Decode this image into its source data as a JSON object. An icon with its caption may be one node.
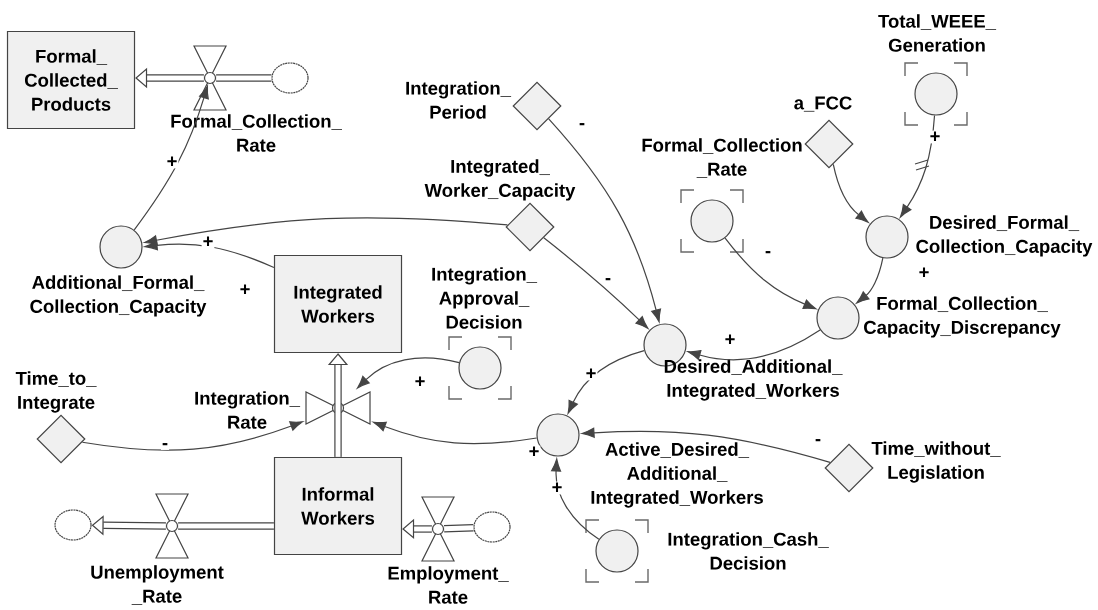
{
  "diagram": {
    "nodes": [
      {
        "text": [
          "Formal_ Collected_ Products"
        ]
      },
      {
        "text": [
          "Formal_Collection_ Rate"
        ]
      },
      {
        "text": [],
        "shape": "cloud"
      },
      {
        "text": [
          "Integration_ Period"
        ]
      },
      {
        "text": [
          "Total_WEEE_ Generation"
        ]
      },
      {
        "text": [
          "a_FCC"
        ]
      },
      {
        "text": [
          "Formal_Collection _Rate"
        ]
      },
      {
        "text": [
          "Integrated_ Worker_Capacity"
        ]
      },
      {
        "text": [
          "Desired_Formal_ Collection_Capacity"
        ]
      },
      {
        "text": [
          "Additional_Formal_ Collection_Capacity"
        ]
      },
      {
        "text": [
          "Integrated Workers"
        ]
      },
      {
        "text": [
          "Integration_ Approval_ Decision"
        ]
      },
      {
        "text": [
          "Formal_Collection_ Capacity_Discrepancy"
        ]
      },
      {
        "text": [
          "Desired_Additional_ Integrated_Workers"
        ]
      },
      {
        "text": [
          "Time_to_ Integrate"
        ]
      },
      {
        "text": [
          "Integration_ Rate"
        ]
      },
      {
        "text": [
          "Active_Desired_ Additional_ Integrated_Workers"
        ]
      },
      {
        "text": [
          "Time_without_ Legislation"
        ]
      },
      {
        "text": [
          "Informal Workers"
        ]
      },
      {
        "text": [],
        "shape": "cloud"
      },
      {
        "text": [
          "Unemployment _Rate"
        ]
      },
      {
        "text": [
          "Employment_ Rate"
        ]
      },
      {
        "text": [],
        "shape": "cloud"
      },
      {
        "text": [
          "Integration_Cash_ Decision"
        ]
      }
    ],
    "edges": [
      {
        "from": 2,
        "to": 1,
        "arrow": "none",
        "style": "thick"
      },
      {
        "from": 1,
        "to": 0,
        "arrow": "to",
        "style": "thick"
      },
      {
        "from": 9,
        "to": 1,
        "arrow": "to",
        "label": "+"
      },
      {
        "from": 7,
        "to": 9,
        "arrow": "to",
        "label": "+"
      },
      {
        "from": 10,
        "to": 9,
        "arrow": "to",
        "label": "+"
      },
      {
        "from": 3,
        "to": 13,
        "arrow": "to",
        "label": "-"
      },
      {
        "from": 7,
        "to": 13,
        "arrow": "to",
        "label": "-"
      },
      {
        "from": 6,
        "to": 12,
        "arrow": "to",
        "label": "-"
      },
      {
        "from": 5,
        "to": 8,
        "arrow": "to"
      },
      {
        "from": 4,
        "to": 8,
        "arrow": "to",
        "label": "+"
      },
      {
        "from": 8,
        "to": 12,
        "arrow": "to",
        "label": "+"
      },
      {
        "from": 12,
        "to": 13,
        "arrow": "to",
        "label": "+"
      },
      {
        "from": 13,
        "to": 16,
        "arrow": "to",
        "label": "+"
      },
      {
        "from": 14,
        "to": 15,
        "arrow": "to",
        "label": "-"
      },
      {
        "from": 11,
        "to": 15,
        "arrow": "to",
        "label": "+"
      },
      {
        "from": 16,
        "to": 15,
        "arrow": "to",
        "label": "+"
      },
      {
        "from": 17,
        "to": 16,
        "arrow": "to",
        "label": "-"
      },
      {
        "from": 23,
        "to": 16,
        "arrow": "to",
        "label": "+"
      },
      {
        "from": 18,
        "to": 15,
        "arrow": "none",
        "style": "thick"
      },
      {
        "from": 15,
        "to": 10,
        "arrow": "to",
        "style": "thick"
      },
      {
        "from": 18,
        "to": 20,
        "arrow": "none",
        "style": "thick"
      },
      {
        "from": 20,
        "to": 19,
        "arrow": "to",
        "style": "thick"
      },
      {
        "from": 22,
        "to": 21,
        "arrow": "none",
        "style": "thick"
      },
      {
        "from": 21,
        "to": 18,
        "arrow": "to",
        "style": "thick"
      }
    ]
  }
}
